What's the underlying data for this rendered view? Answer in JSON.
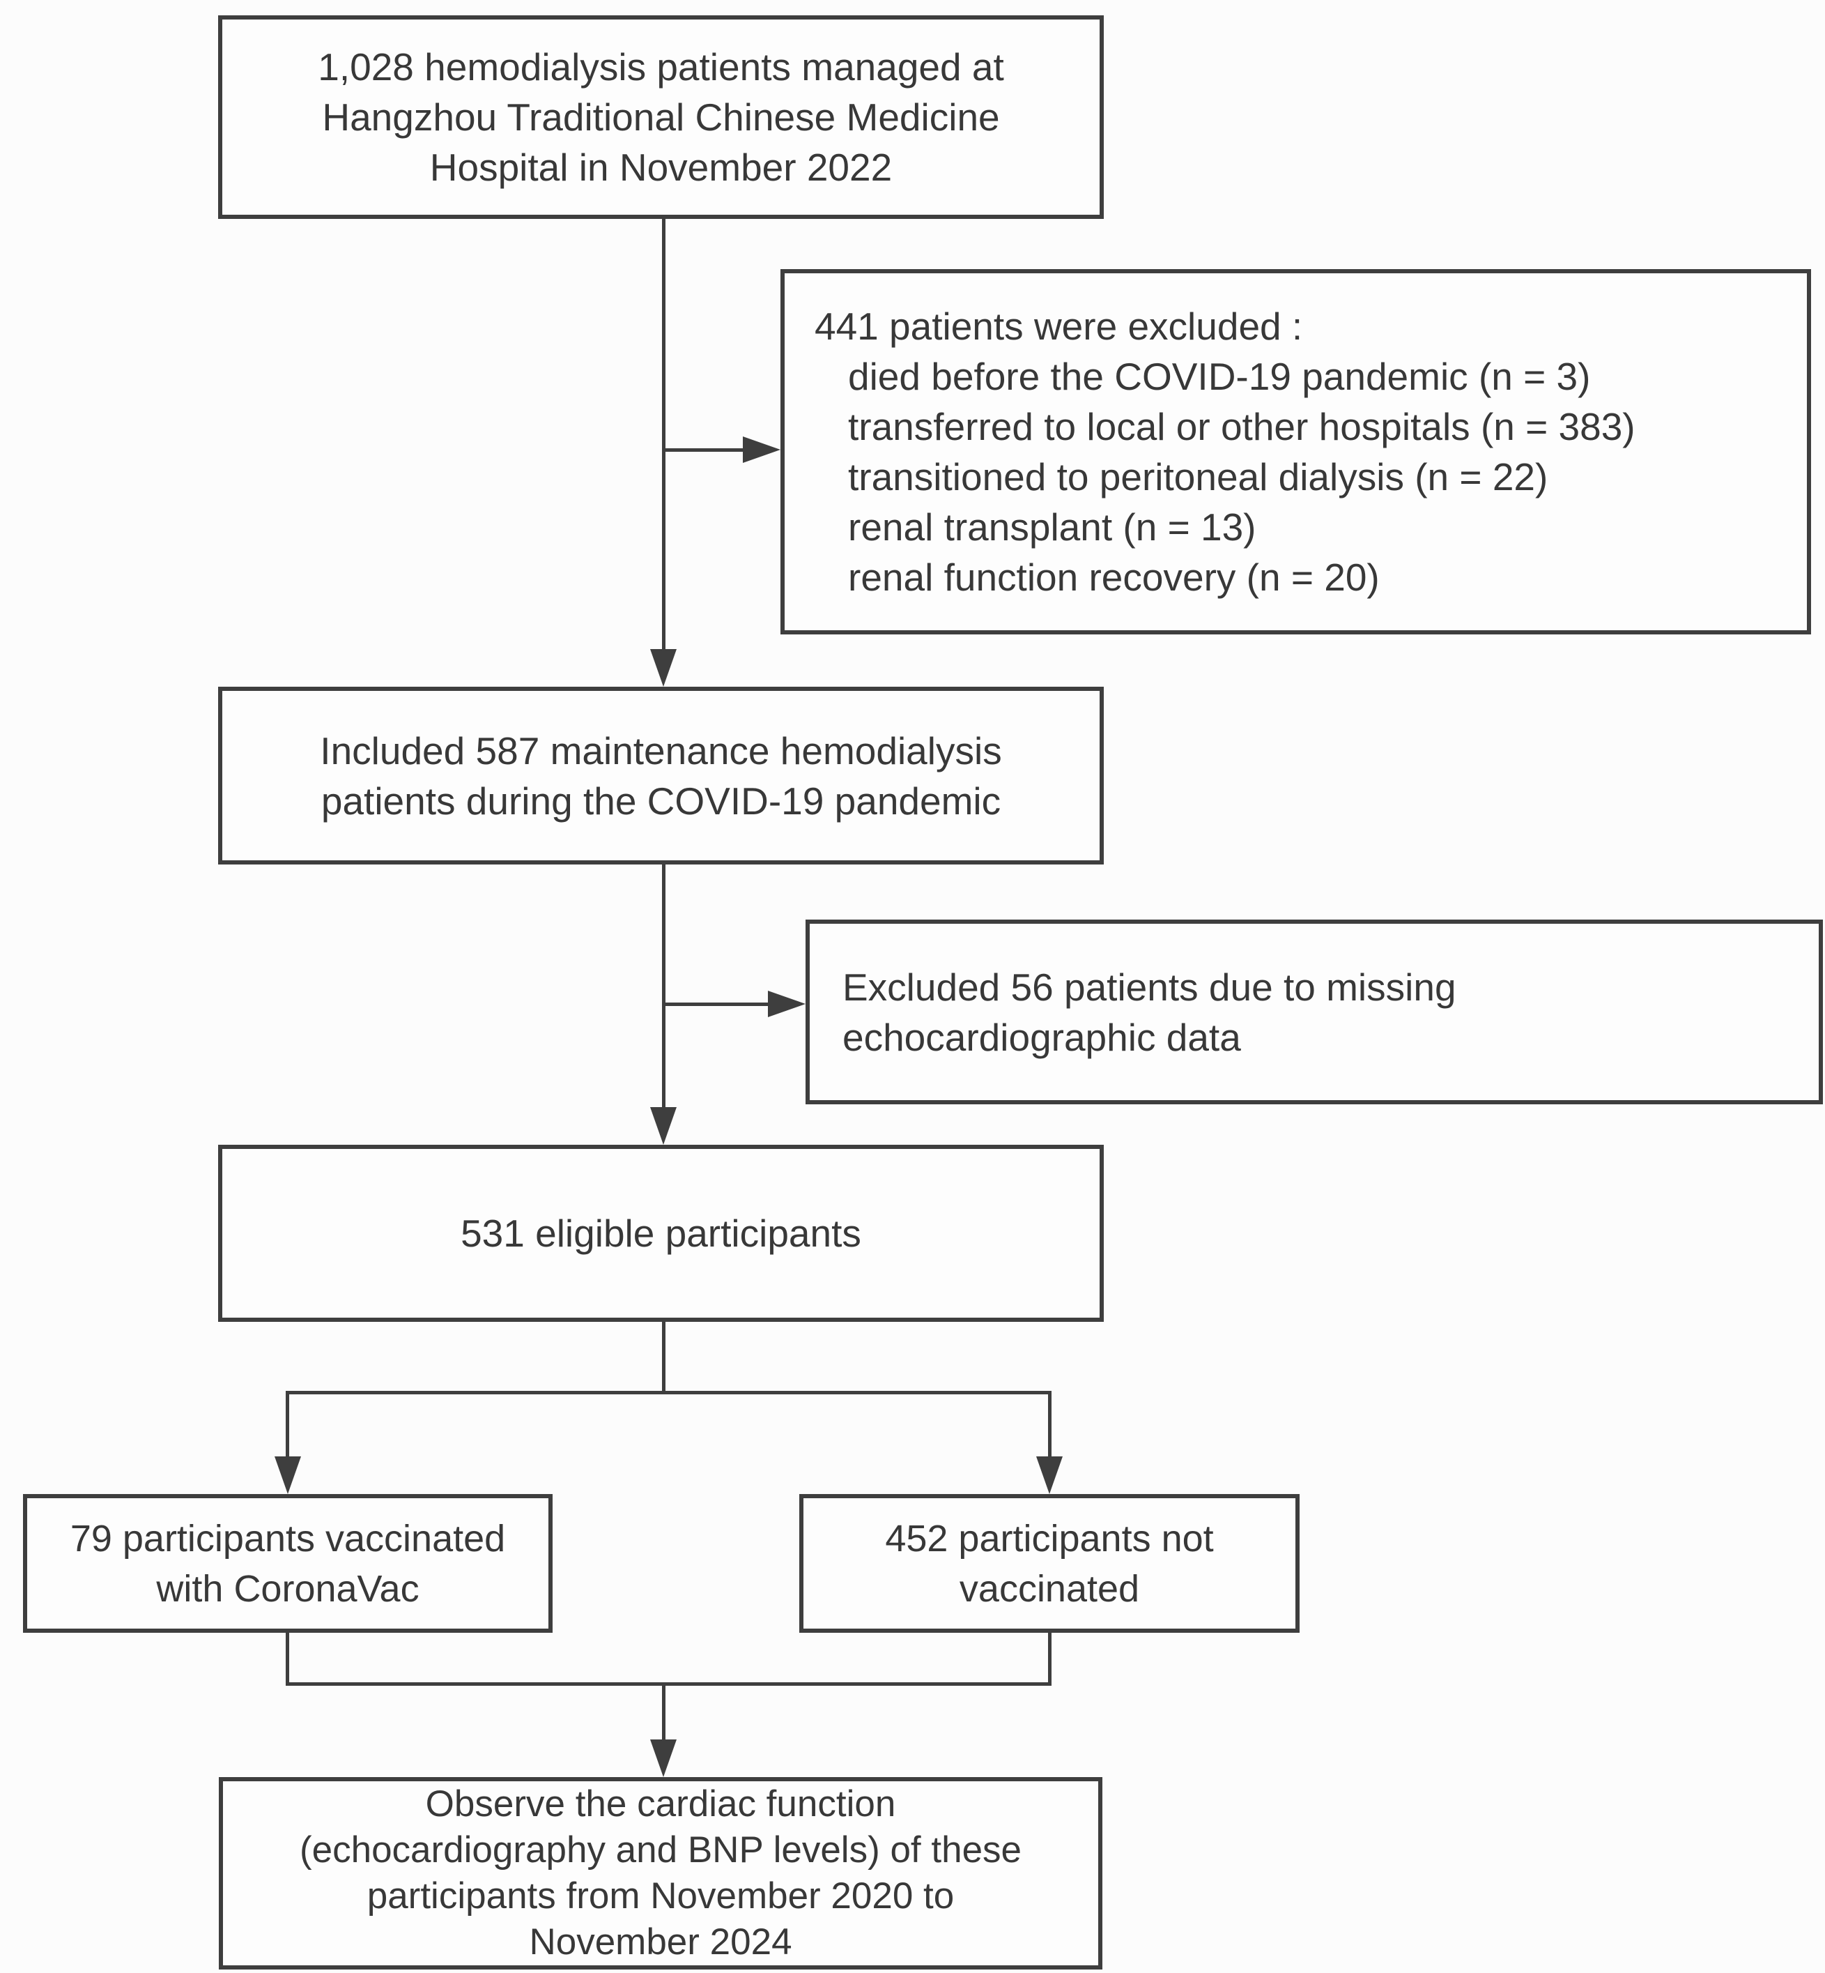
{
  "figure": {
    "type": "study-flowchart",
    "background_color": "#fcfcfc",
    "box_background_color": "#fdfdfd",
    "box_border_color": "#3e3e3e",
    "connector_color": "#3e3e3e",
    "text_color": "#383838"
  },
  "boxes": {
    "initial": {
      "lines": [
        "1,028 hemodialysis patients managed at",
        "Hangzhou Traditional Chinese Medicine",
        "Hospital in November 2022"
      ]
    },
    "excluded_441": {
      "title": "441 patients were excluded :",
      "items": [
        "died before the COVID-19 pandemic (n = 3)",
        "transferred to local or other hospitals (n = 383)",
        "transitioned to peritoneal dialysis (n = 22)",
        "renal transplant (n = 13)",
        "renal function recovery (n = 20)"
      ]
    },
    "included_587": {
      "lines": [
        "Included 587 maintenance hemodialysis",
        "patients during the COVID-19 pandemic"
      ]
    },
    "excluded_56": {
      "lines": [
        "Excluded 56 patients due to missing",
        "echocardiographic data"
      ]
    },
    "eligible_531": {
      "text": "531 eligible participants"
    },
    "vaccinated_79": {
      "lines": [
        "79 participants vaccinated",
        "with CoronaVac"
      ]
    },
    "not_vaccinated_452": {
      "lines": [
        "452 participants not",
        "vaccinated"
      ]
    },
    "outcome": {
      "lines": [
        "Observe the cardiac function",
        "(echocardiography and BNP levels) of these",
        "participants from November 2020 to",
        "November 2024"
      ]
    }
  }
}
